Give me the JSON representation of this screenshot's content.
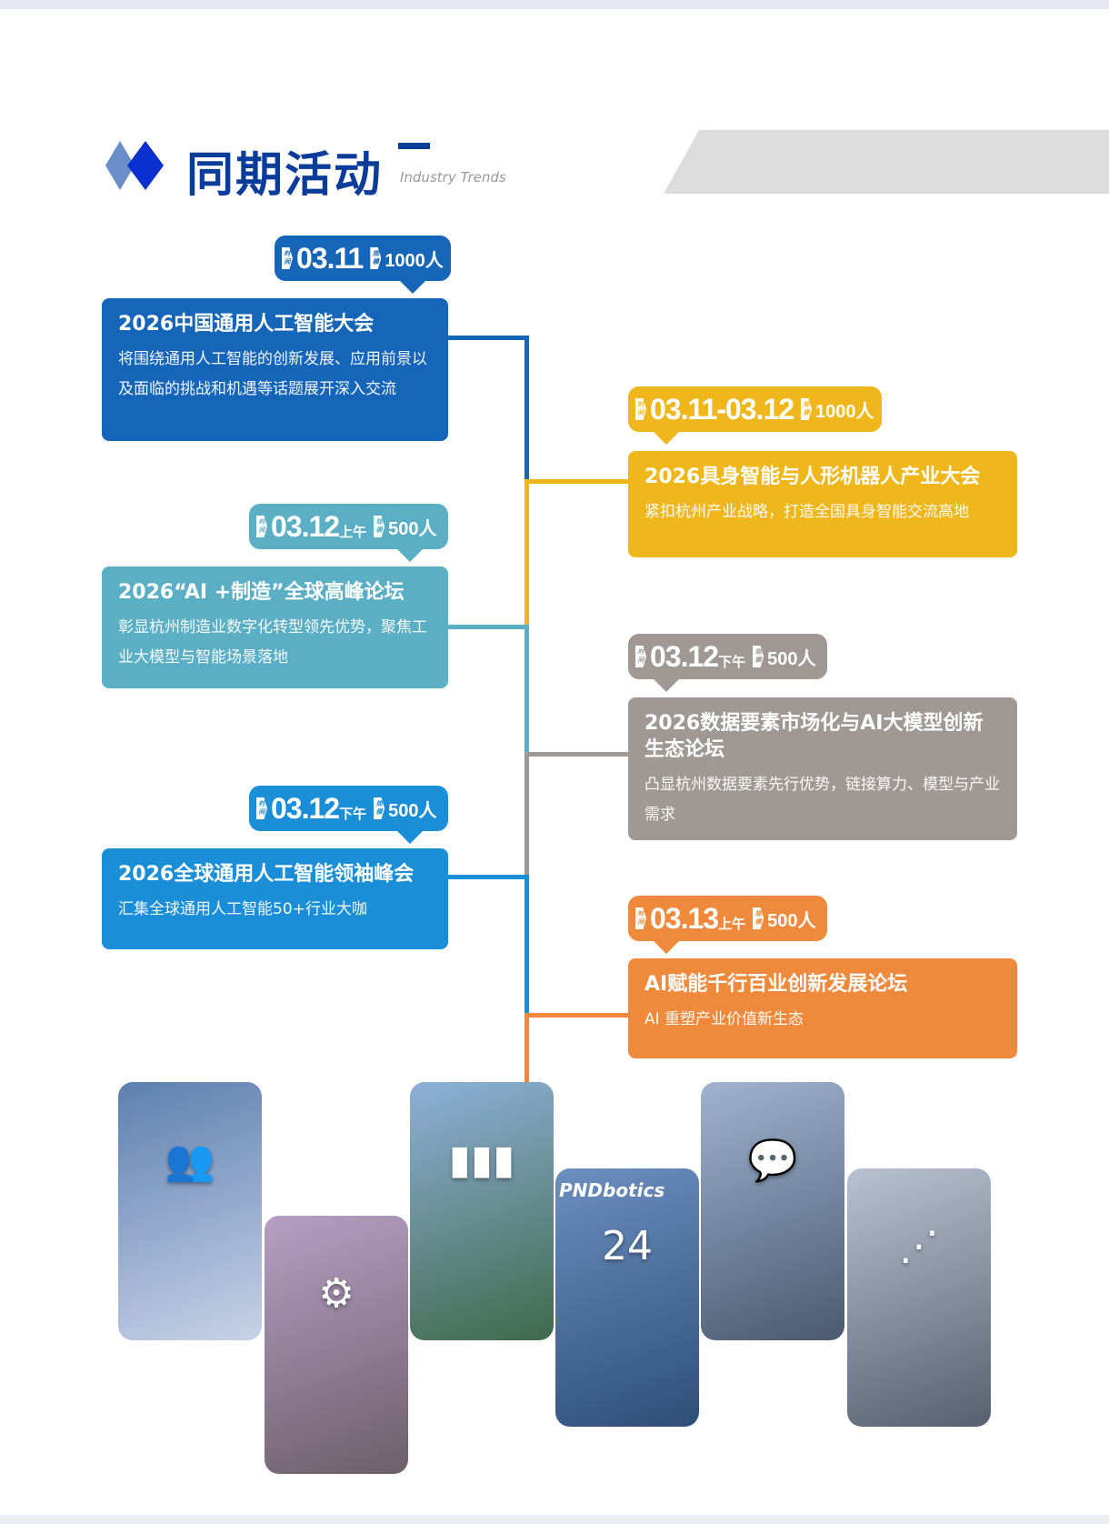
{
  "header": {
    "title": "同期活动",
    "subtitle": "Industry Trends"
  },
  "labels": {
    "time": [
      "时",
      "间"
    ],
    "scale": [
      "规",
      "模"
    ]
  },
  "events": [
    {
      "date": "03.11",
      "period": "",
      "count": "1000人",
      "title": "2026中国通用人工智能大会",
      "desc": "将围绕通用人工智能的创新发展、应用前景以及面临的挑战和机遇等话题展开深入交流",
      "color": "#1565b8"
    },
    {
      "date": "03.11-03.12",
      "period": "",
      "count": "1000人",
      "title": "2026具身智能与人形机器人产业大会",
      "desc": "紧扣杭州产业战略，打造全国具身智能交流高地",
      "color": "#f0b71c"
    },
    {
      "date": "03.12",
      "period": "上午",
      "count": "500人",
      "title": "2026“AI +制造”全球高峰论坛",
      "desc": "彰显杭州制造业数字化转型领先优势，聚焦工业大模型与智能场景落地",
      "color": "#5aafc4"
    },
    {
      "date": "03.12",
      "period": "下午",
      "count": "500人",
      "title": "2026数据要素市场化与AI大模型创新生态论坛",
      "desc": "凸显杭州数据要素先行优势，链接算力、模型与产业需求",
      "color": "#a09894"
    },
    {
      "date": "03.12",
      "period": "下午",
      "count": "500人",
      "title": "2026全球通用人工智能领袖峰会",
      "desc": "汇集全球通用人工智能50+行业大咖",
      "color": "#1a8fd8"
    },
    {
      "date": "03.13",
      "period": "上午",
      "count": "500人",
      "title": "AI赋能千行百业创新发展论坛",
      "desc": "AI 重塑产业价值新生态",
      "color": "#ef8a3c"
    }
  ],
  "photos": [
    {
      "icon": "people-icon",
      "glyph": "👥"
    },
    {
      "icon": "gear-person-icon",
      "glyph": "⚙"
    },
    {
      "icon": "podium-icon",
      "glyph": "▮▮▮"
    },
    {
      "icon": "24h-icon",
      "glyph": "24",
      "text": "PNDbotics"
    },
    {
      "icon": "chat-icon",
      "glyph": "💬"
    },
    {
      "icon": "share-icon",
      "glyph": "⋰"
    }
  ]
}
